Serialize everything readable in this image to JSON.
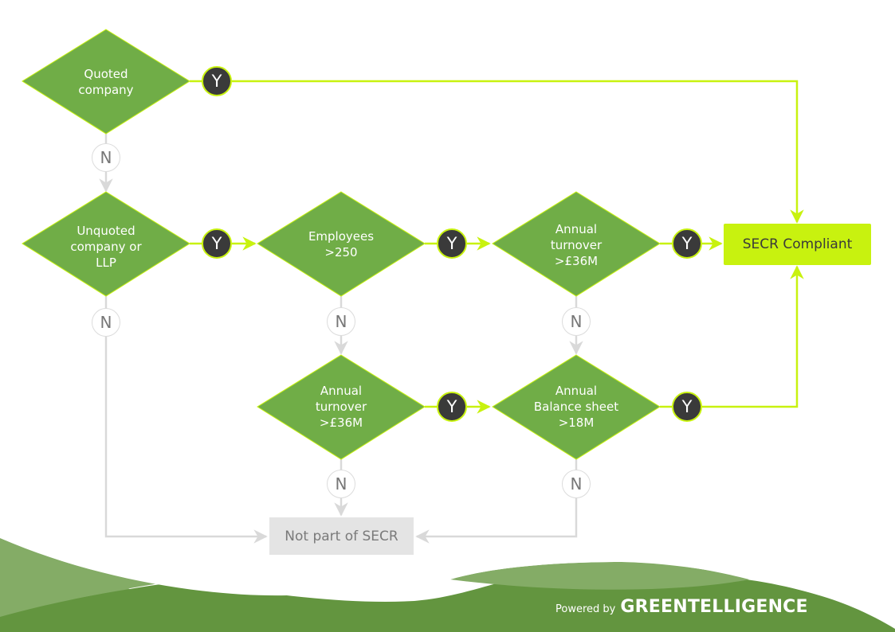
{
  "colors": {
    "decision_fill": "#70ad47",
    "decision_stroke": "#c8f20f",
    "yes_line": "#c8f20f",
    "no_line": "#d9d9d9",
    "yes_badge_bg": "#3a3a3a",
    "compliant_bg": "#c8f20f",
    "not_part_bg": "#e4e4e4",
    "wave_dark": "#63953f",
    "wave_light": "#84ac66"
  },
  "decisions": [
    {
      "id": "quoted",
      "text": "Quoted\ncompany"
    },
    {
      "id": "unquoted",
      "text": "Unquoted\ncompany or\nLLP"
    },
    {
      "id": "employees",
      "text": "Employees\n>250"
    },
    {
      "id": "turnover1",
      "text": "Annual\nturnover\n>£36M"
    },
    {
      "id": "turnover2",
      "text": "Annual\nturnover\n>£36M"
    },
    {
      "id": "balance",
      "text": "Annual\nBalance sheet\n>18M"
    }
  ],
  "yes_label": "Y",
  "no_label": "N",
  "outcomes": {
    "compliant": "SECR Compliant",
    "not_part": "Not part of SECR"
  },
  "footer": {
    "powered_by": "Powered by",
    "brand": "GREENTELLIGENCE"
  }
}
